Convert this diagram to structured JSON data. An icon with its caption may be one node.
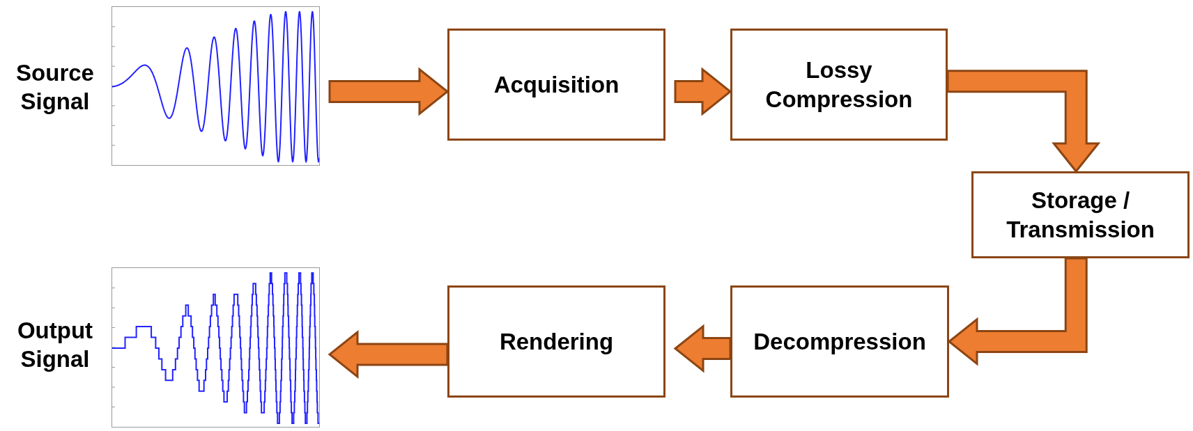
{
  "diagram": {
    "nodes": [
      {
        "text": [],
        "shape": "picture",
        "beside": [
          "Source Signal"
        ]
      },
      {
        "text": [
          "Acquisition"
        ]
      },
      {
        "text": [
          "Lossy Compression"
        ]
      },
      {
        "text": [
          "Storage / Transmission"
        ]
      },
      {
        "text": [
          "Decompression"
        ]
      },
      {
        "text": [
          "Rendering"
        ]
      },
      {
        "text": [],
        "shape": "picture",
        "beside": [
          "Output Signal"
        ]
      }
    ],
    "edges": [
      {
        "from": 0,
        "to": 1,
        "arrow": "to"
      },
      {
        "from": 1,
        "to": 2,
        "arrow": "to"
      },
      {
        "from": 2,
        "to": 3,
        "arrow": "to"
      },
      {
        "from": 3,
        "to": 4,
        "arrow": "to"
      },
      {
        "from": 4,
        "to": 5,
        "arrow": "to"
      },
      {
        "from": 5,
        "to": 6,
        "arrow": "to"
      }
    ]
  }
}
